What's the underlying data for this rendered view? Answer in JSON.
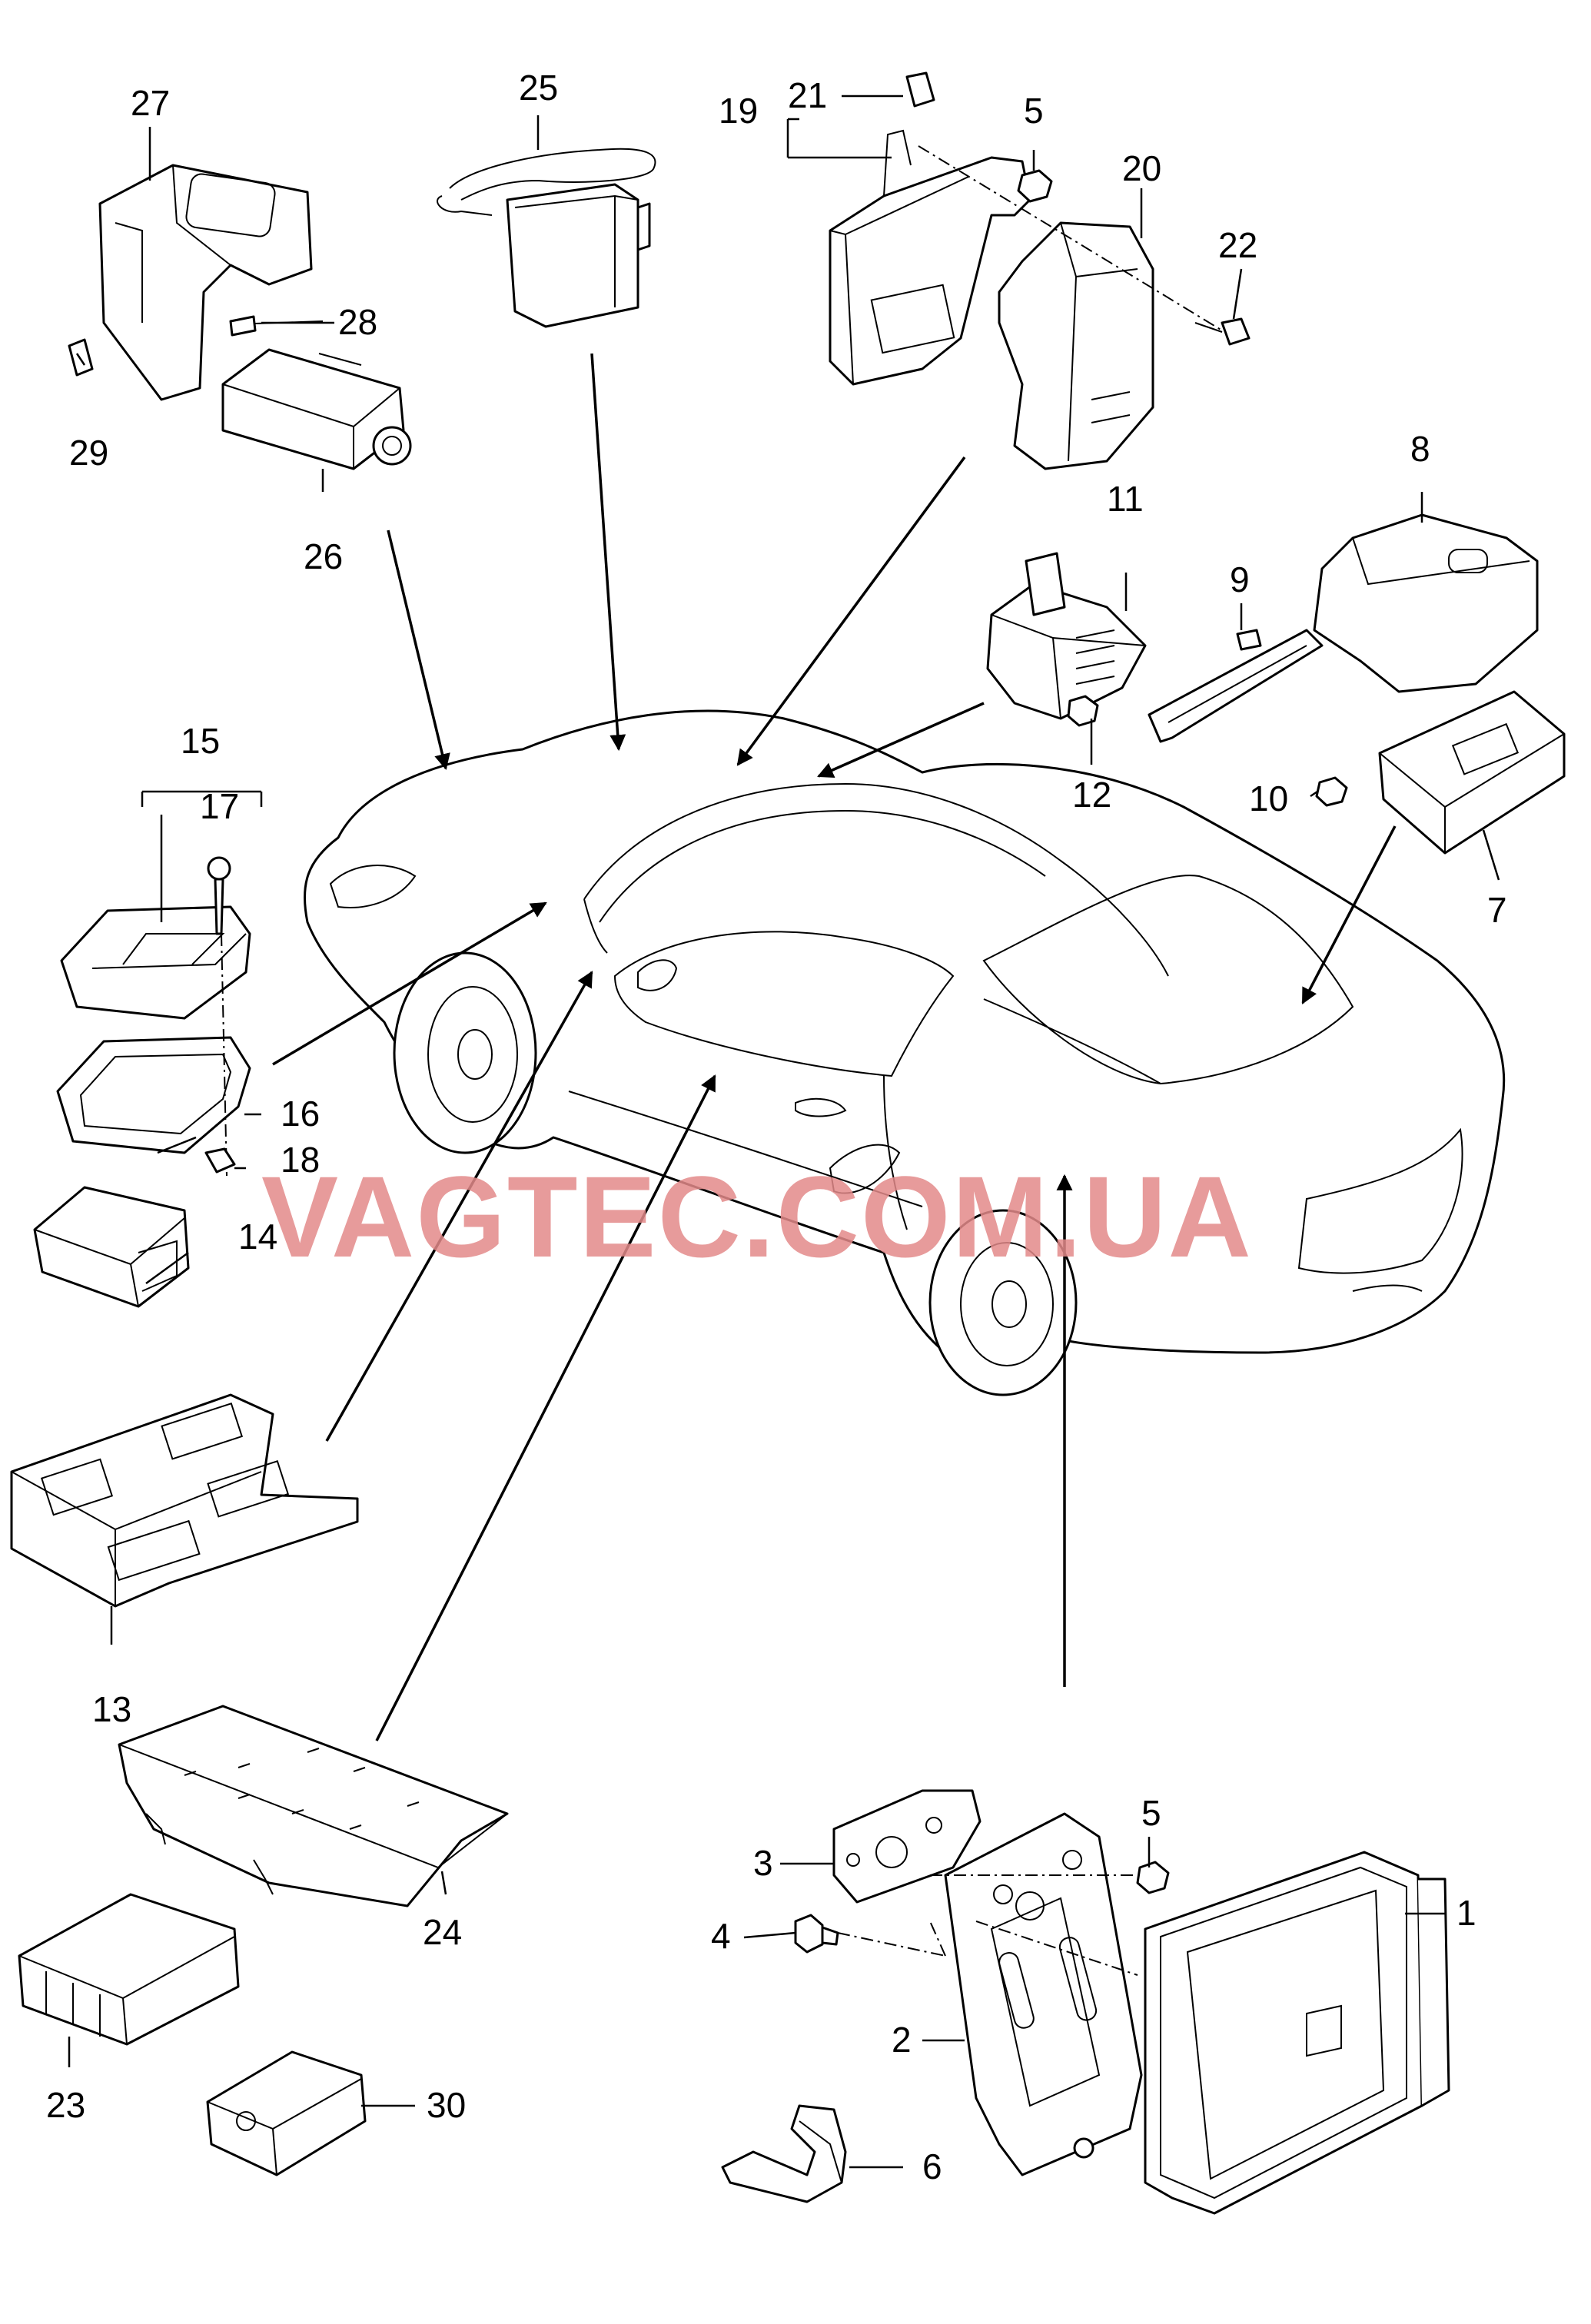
{
  "watermark": "VAGTEC.COM.UA",
  "part_numbers": [
    "1",
    "2",
    "3",
    "4",
    "5",
    "5",
    "6",
    "7",
    "8",
    "9",
    "10",
    "11",
    "12",
    "13",
    "14",
    "15",
    "16",
    "17",
    "18",
    "19",
    "20",
    "21",
    "22",
    "23",
    "24",
    "25",
    "26",
    "27",
    "28",
    "29",
    "30"
  ],
  "colors": {
    "line": "#000000",
    "watermark": "#e38a8a",
    "background": "#ffffff"
  }
}
